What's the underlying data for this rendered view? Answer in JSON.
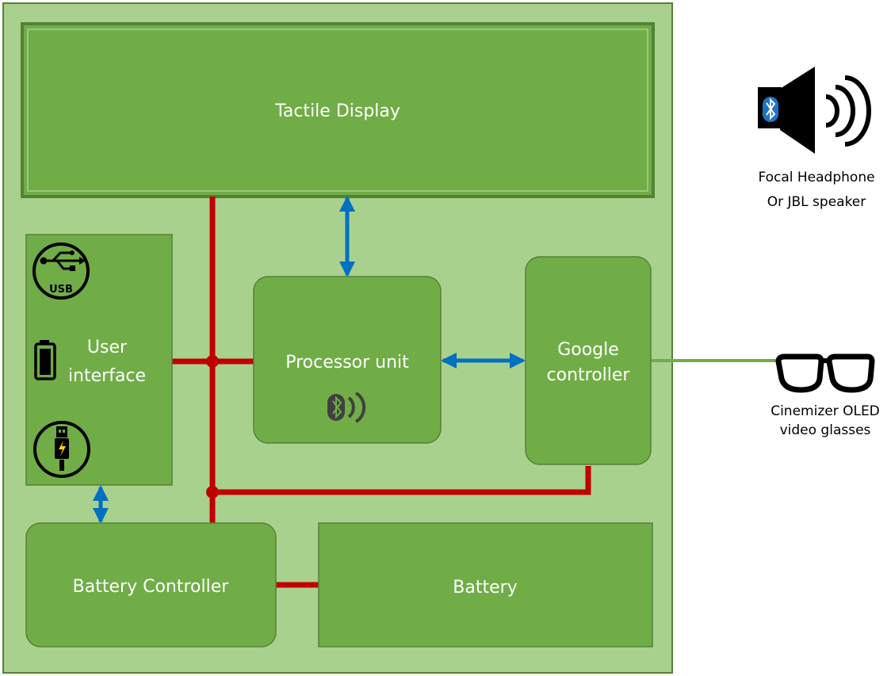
{
  "diagram": {
    "blocks": {
      "tactile_display": "Tactile Display",
      "user_interface_line1": "User",
      "user_interface_line2": "interface",
      "processor_unit": "Processor unit",
      "google_controller_line1": "Google",
      "google_controller_line2": "controller",
      "battery_controller": "Battery Controller",
      "battery": "Battery"
    },
    "icons": {
      "usb_badge": "USB",
      "usb": "usb-icon",
      "battery": "battery-icon",
      "charger": "usb-charger-icon",
      "bluetooth": "bluetooth-icon",
      "speaker": "bluetooth-speaker-icon",
      "glasses": "glasses-icon"
    },
    "external": {
      "speaker_line1": "Focal Headphone",
      "speaker_line2": "Or JBL speaker",
      "glasses_line1": "Cinemizer OLED",
      "glasses_line2": "video glasses"
    },
    "colors": {
      "board": "#a9d18e",
      "block_fill": "#70ad47",
      "block_border": "#548235",
      "power_line": "#c00000",
      "data_arrow": "#0070c0",
      "video_link": "#70ad47"
    }
  }
}
